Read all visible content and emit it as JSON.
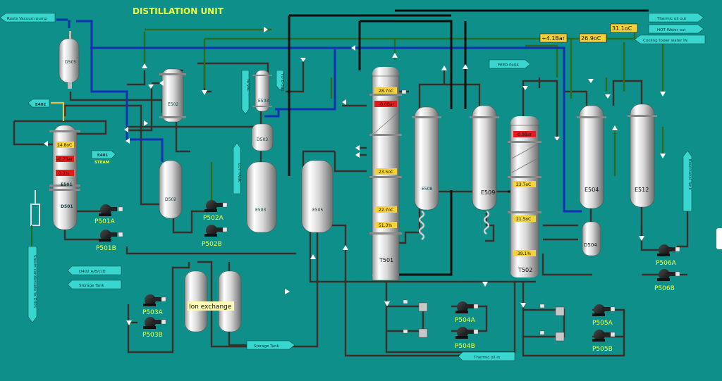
{
  "title": "DISTILLATION UNIT",
  "colors": {
    "background": "#0f8f8a",
    "title": "#f1ff3b",
    "pipe_dark": "#3a2e28",
    "pipe_green": "#2f6b1d",
    "pipe_blue": "#1230b4",
    "pipe_black": "#0b0b0b",
    "arrow_fill": "#39d6d0",
    "readout_yellow": "#f4d23a",
    "readout_red": "#e21b1b"
  },
  "streams": {
    "roots_vacuum_pump": "Roots Vacuum pump",
    "thermic_oil_out": "Thermic oil out",
    "hot_water_out": "HOT Water out",
    "cooling_tower_water_in": "Cooling tower water IN",
    "feed_p404": "FEED P404",
    "e402": "E402",
    "e401": "E401",
    "steam": "STEAM",
    "d402": "D402 A/B/C/D",
    "storage_tank_left": "Storage Tank",
    "storage_tank_bottom": "Storage Tank",
    "thermic_oil_in": "Thermic oil in",
    "steam_condensate": "Steam condensate to D405",
    "lot_tank": "LOT TANK",
    "to_vac": "To VAC",
    "to_b501": "TO B-501",
    "bioethanol_tank": "Bioethanol Tank"
  },
  "indicators": {
    "pressure_top": "+4.1Bar",
    "temp_top_mid": "26.9oC",
    "temp_top_right": "31.1oC",
    "e501_temp": "24.8oC",
    "e501_press": "-0.7Bar",
    "e501_level": "0.0%",
    "t501_top_temp": "28.7oC",
    "t501_top_press": "-0.0Bar",
    "t501_mid_temp": "23.5oC",
    "t501_low_temp": "22.7oC",
    "t501_level": "51.3%",
    "t502_press": "-0.0Bar",
    "t502_temp1": "23.7oC",
    "t502_temp2": "21.5oC",
    "t502_level": "39.1%"
  },
  "vessels": {
    "d505": "D505",
    "e502": "E502",
    "e503": "E503",
    "d503": "D503",
    "d502": "D502",
    "e503b": "E503",
    "e505": "E505",
    "e501": "E501",
    "d501": "D501",
    "t501": "T501",
    "e508": "E508",
    "e509": "E509",
    "t502": "T502",
    "e504": "E504",
    "d504": "D504",
    "e512": "E512",
    "ion_exchange": "Ion exchange"
  },
  "pumps": {
    "p501a": "P501A",
    "p501b": "P501B",
    "p502a": "P502A",
    "p502b": "P502B",
    "p503a": "P503A",
    "p503b": "P503B",
    "p504a": "P504A",
    "p504b": "P504B",
    "p505a": "P505A",
    "p505b": "P505B",
    "p506a": "P506A",
    "p506b": "P506B"
  }
}
